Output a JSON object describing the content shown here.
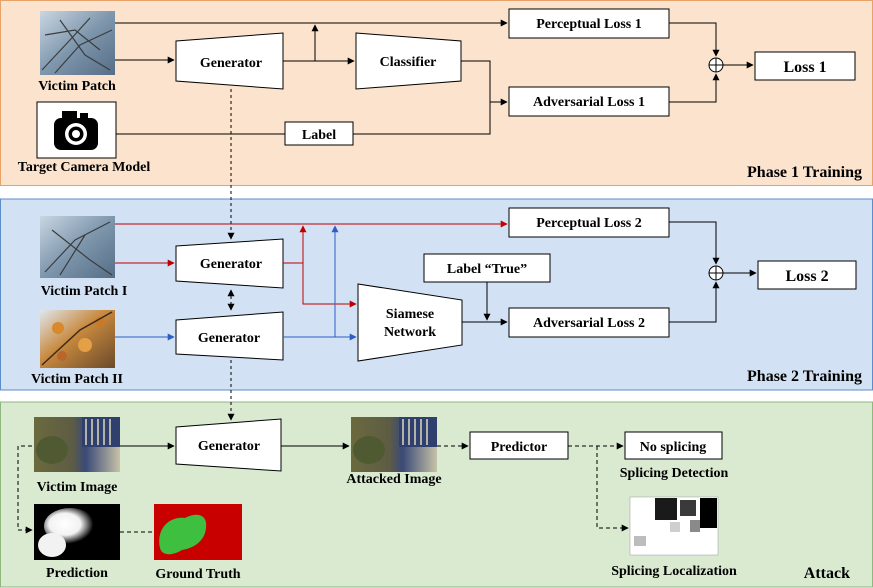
{
  "phases": {
    "phase1": {
      "title": "Phase 1 Training",
      "fill": "#fbe3cd",
      "stroke": "#e7a26a"
    },
    "phase2": {
      "title": "Phase 2 Training",
      "fill": "#d2e2f4",
      "stroke": "#5b8ec7"
    },
    "attack": {
      "title": "Attack",
      "fill": "#d9ead1",
      "stroke": "#8fb77f"
    }
  },
  "phase1": {
    "victim_patch": "Victim Patch",
    "target_camera_model": "Target Camera Model",
    "generator": "Generator",
    "classifier": "Classifier",
    "label": "Label",
    "perceptual_loss": "Perceptual Loss 1",
    "adversarial_loss": "Adversarial Loss 1",
    "loss": "Loss 1"
  },
  "phase2": {
    "victim_patch_1": "Victim Patch I",
    "victim_patch_2": "Victim Patch II",
    "generator_top": "Generator",
    "generator_bottom": "Generator",
    "siamese_line1": "Siamese",
    "siamese_line2": "Network",
    "label_true": "Label “True”",
    "perceptual_loss": "Perceptual Loss 2",
    "adversarial_loss": "Adversarial Loss 2",
    "loss": "Loss 2"
  },
  "attack": {
    "victim_image": "Victim Image",
    "generator": "Generator",
    "attacked_image": "Attacked Image",
    "predictor": "Predictor",
    "no_splicing": "No splicing",
    "splicing_detection": "Splicing Detection",
    "splicing_localization": "Splicing Localization",
    "prediction": "Prediction",
    "ground_truth": "Ground Truth"
  },
  "colors": {
    "red_path": "#c00000",
    "blue_path": "#2b5fc4"
  },
  "icons": [
    "camera-icon",
    "plus-circle-icon"
  ]
}
